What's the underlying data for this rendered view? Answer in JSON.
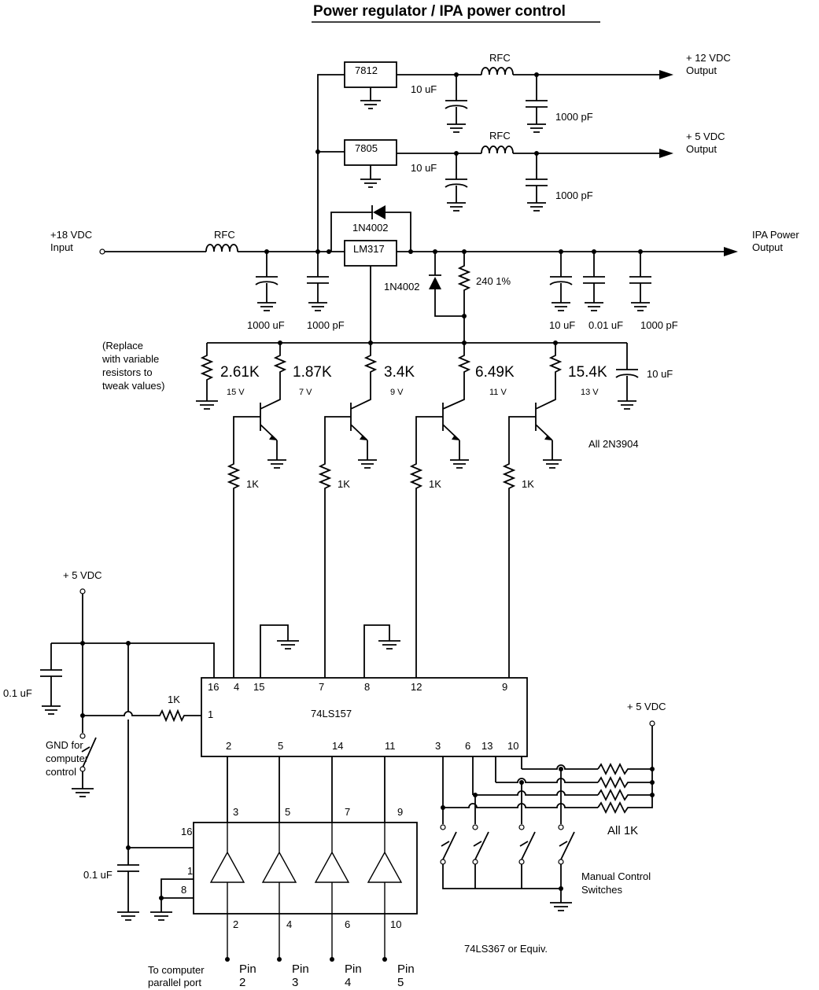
{
  "title": "Power regulator / IPA power control",
  "inputs": {
    "main_input_line1": "+18 VDC",
    "main_input_line2": "Input",
    "vdc5_left": "+ 5 VDC",
    "vdc5_right": "+ 5 VDC"
  },
  "outputs": {
    "out12_line1": "+ 12 VDC",
    "out12_line2": "Output",
    "out5_line1": "+ 5 VDC",
    "out5_line2": "Output",
    "ipa_line1": "IPA Power",
    "ipa_line2": "Output"
  },
  "regulators": {
    "reg1": "7812",
    "reg2": "7805",
    "reg3": "LM317"
  },
  "components": {
    "rfc": "RFC",
    "cap_10uf": "10 uF",
    "cap_1000pf": "1000 pF",
    "cap_1000uf": "1000 uF",
    "cap_001uf": "0.01 uF",
    "cap_01uf": "0.1 uF",
    "diode": "1N4002",
    "r240": "240 1%",
    "r1k": "1K",
    "all_transistors": "All 2N3904",
    "all_1k": "All 1K"
  },
  "replace_note": [
    "(Replace",
    "with variable",
    "resistors to",
    "tweak values)"
  ],
  "ladder": [
    {
      "resistor": "2.61K",
      "voltage": "15 V"
    },
    {
      "resistor": "1.87K",
      "voltage": "7 V"
    },
    {
      "resistor": "3.4K",
      "voltage": "9 V"
    },
    {
      "resistor": "6.49K",
      "voltage": "11 V"
    },
    {
      "resistor": "15.4K",
      "voltage": "13 V"
    }
  ],
  "chip_157": {
    "name": "74LS157",
    "top_pins": [
      "16",
      "4",
      "15",
      "7",
      "8",
      "12",
      "9"
    ],
    "bottom_pins": [
      "2",
      "5",
      "14",
      "11",
      "3",
      "6",
      "13",
      "10"
    ],
    "left_pin": "1"
  },
  "chip_367": {
    "name": "74LS367 or Equiv.",
    "top_pins": [
      "3",
      "5",
      "7",
      "9"
    ],
    "bottom_pins": [
      "2",
      "4",
      "6",
      "10"
    ],
    "left_pins": [
      "16",
      "1",
      "8"
    ]
  },
  "switch_notes": {
    "gnd_line1": "GND for",
    "gnd_line2": "computer",
    "gnd_line3": "control",
    "manual_line1": "Manual Control",
    "manual_line2": "Switches"
  },
  "parallel_port": {
    "label_line1": "To computer",
    "label_line2": "parallel port",
    "pin_word": "Pin",
    "pins": [
      "2",
      "3",
      "4",
      "5"
    ]
  }
}
